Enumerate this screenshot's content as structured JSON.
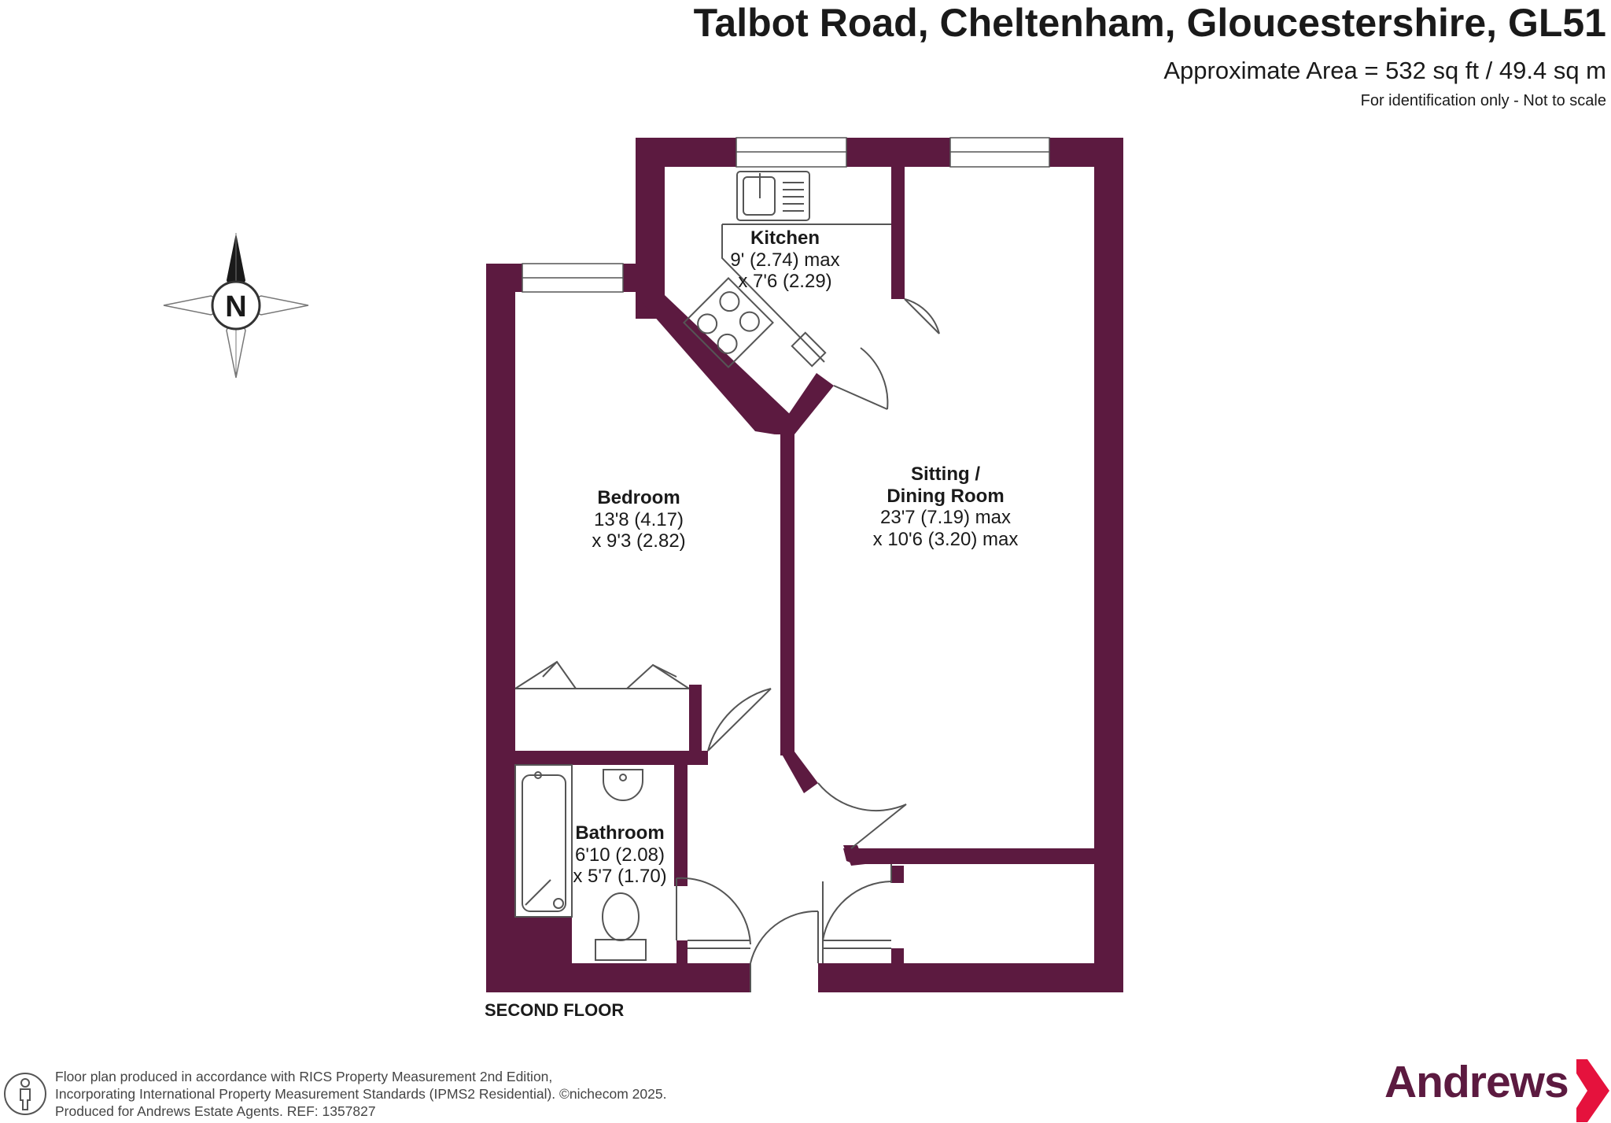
{
  "header": {
    "title": "Talbot Road, Cheltenham, Gloucestershire, GL51",
    "area": "Approximate Area = 532 sq ft / 49.4 sq m",
    "note": "For identification only - Not to scale"
  },
  "compass": {
    "label": "N"
  },
  "rooms": {
    "kitchen": {
      "name": "Kitchen",
      "dim1": "9' (2.74) max",
      "dim2": "x 7'6 (2.29)"
    },
    "bedroom": {
      "name": "Bedroom",
      "dim1": "13'8 (4.17)",
      "dim2": "x 9'3 (2.82)"
    },
    "sitting": {
      "name1": "Sitting /",
      "name2": "Dining Room",
      "dim1": "23'7 (7.19) max",
      "dim2": "x 10'6 (3.20) max"
    },
    "bathroom": {
      "name": "Bathroom",
      "dim1": "6'10 (2.08)",
      "dim2": "x 5'7 (1.70)"
    }
  },
  "floor_label": "SECOND FLOOR",
  "footer": {
    "line1": "Floor plan produced in accordance with RICS Property Measurement 2nd Edition,",
    "line2": "Incorporating International Property Measurement Standards (IPMS2 Residential).   ©nichecom 2025.",
    "line3": "Produced for Andrews Estate Agents.   REF: 1357827"
  },
  "brand": {
    "name": "Andrews"
  },
  "colors": {
    "wall": "#5c1a40",
    "fixture_line": "#555555",
    "text": "#1a1a1a"
  }
}
